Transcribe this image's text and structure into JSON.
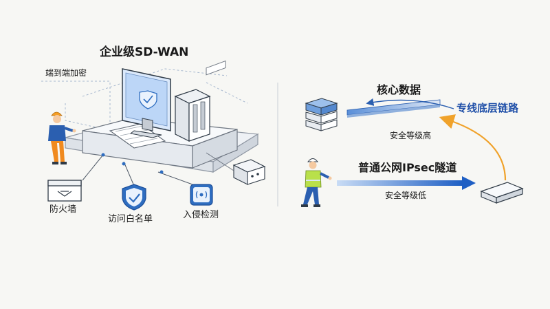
{
  "left": {
    "title": "企业级SD-WAN",
    "encryption_label": "端到端加密",
    "features": [
      {
        "label": "防火墙",
        "icon": "firewall-icon"
      },
      {
        "label": "访问白名单",
        "icon": "shield-check-icon"
      },
      {
        "label": "入侵检测",
        "icon": "intrusion-detection-icon"
      }
    ]
  },
  "right": {
    "core_data_label": "核心数据",
    "dedicated_line_label": "专线底层链路",
    "security_high_label": "安全等级高",
    "public_tunnel_label": "普通公网IPsec隧道",
    "security_low_label": "安全等级低"
  },
  "colors": {
    "accent_blue": "#1f5fc4",
    "accent_orange": "#f0a22a",
    "line_gray": "#9aa0a8",
    "screen_blue": "#cfe2fb"
  }
}
